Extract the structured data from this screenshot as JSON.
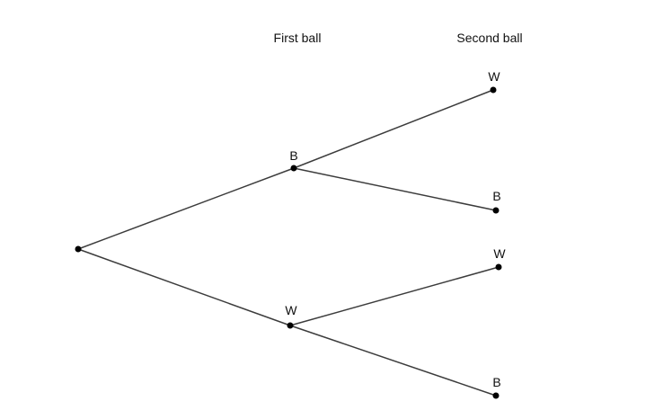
{
  "headers": {
    "first": "First ball",
    "second": "Second ball"
  },
  "tree": {
    "root": {
      "label": ""
    },
    "first_level": [
      {
        "id": "first-b",
        "label": "B"
      },
      {
        "id": "first-w",
        "label": "W"
      }
    ],
    "second_level": [
      {
        "id": "b-w",
        "parent": "first-b",
        "label": "W"
      },
      {
        "id": "b-b",
        "parent": "first-b",
        "label": "B"
      },
      {
        "id": "w-w",
        "parent": "first-w",
        "label": "W"
      },
      {
        "id": "w-b",
        "parent": "first-w",
        "label": "B"
      }
    ]
  },
  "colors": {
    "edge": "#3c3c3c",
    "node": "#000000",
    "text": "#111111"
  }
}
